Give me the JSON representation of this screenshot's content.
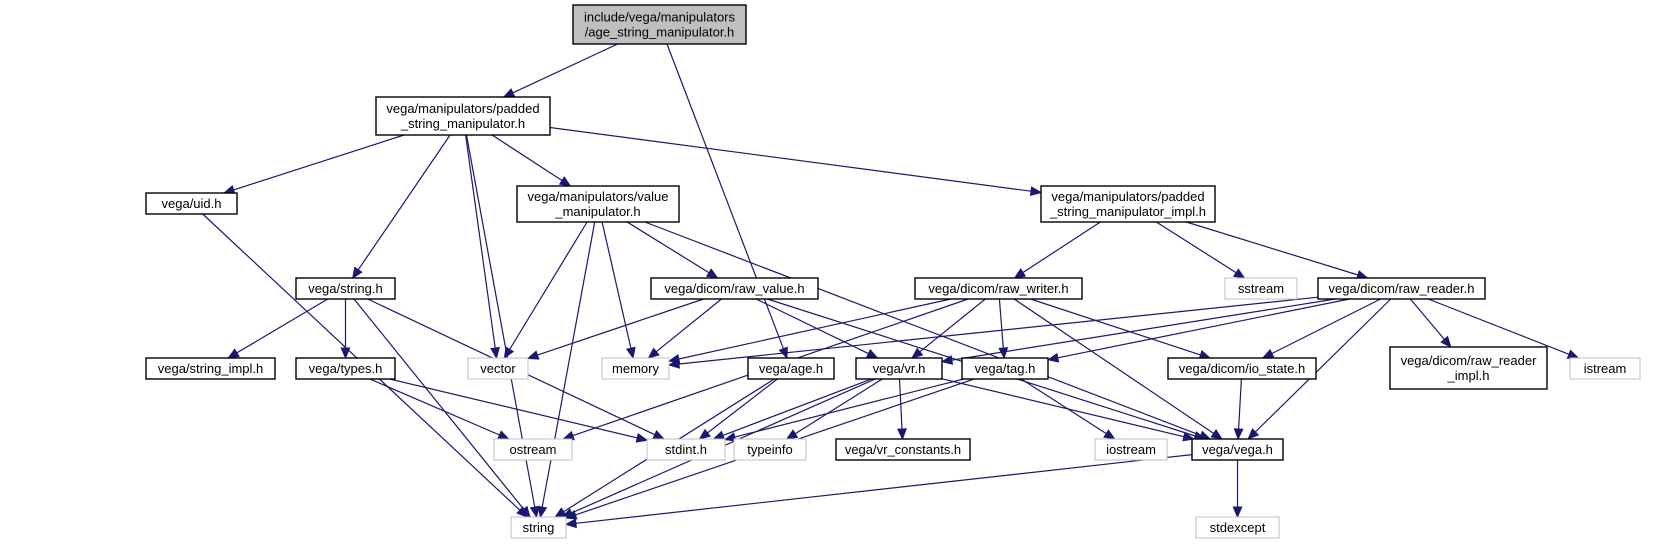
{
  "diagram": {
    "type": "include-dependency-graph",
    "colors": {
      "edge": "#191970",
      "root_fill": "#bfbfbf",
      "local_border": "#000000",
      "system_border": "#bfbfbf"
    },
    "nodes": [
      {
        "id": "root",
        "kind": "root",
        "lines": [
          "include/vega/manipulators",
          "/age_string_manipulator.h"
        ]
      },
      {
        "id": "padded",
        "kind": "local",
        "lines": [
          "vega/manipulators/padded",
          "_string_manipulator.h"
        ]
      },
      {
        "id": "uid",
        "kind": "local",
        "lines": [
          "vega/uid.h"
        ]
      },
      {
        "id": "value_manip",
        "kind": "local",
        "lines": [
          "vega/manipulators/value",
          "_manipulator.h"
        ]
      },
      {
        "id": "padded_impl",
        "kind": "local",
        "lines": [
          "vega/manipulators/padded",
          "_string_manipulator_impl.h"
        ]
      },
      {
        "id": "string_h",
        "kind": "local",
        "lines": [
          "vega/string.h"
        ]
      },
      {
        "id": "raw_value",
        "kind": "local",
        "lines": [
          "vega/dicom/raw_value.h"
        ]
      },
      {
        "id": "raw_writer",
        "kind": "local",
        "lines": [
          "vega/dicom/raw_writer.h"
        ]
      },
      {
        "id": "sstream",
        "kind": "system",
        "lines": [
          "sstream"
        ]
      },
      {
        "id": "raw_reader",
        "kind": "local",
        "lines": [
          "vega/dicom/raw_reader.h"
        ]
      },
      {
        "id": "string_impl",
        "kind": "local",
        "lines": [
          "vega/string_impl.h"
        ]
      },
      {
        "id": "types",
        "kind": "local",
        "lines": [
          "vega/types.h"
        ]
      },
      {
        "id": "vector",
        "kind": "system",
        "lines": [
          "vector"
        ]
      },
      {
        "id": "memory",
        "kind": "system",
        "lines": [
          "memory"
        ]
      },
      {
        "id": "age",
        "kind": "local",
        "lines": [
          "vega/age.h"
        ]
      },
      {
        "id": "vr",
        "kind": "local",
        "lines": [
          "vega/vr.h"
        ]
      },
      {
        "id": "tag",
        "kind": "local",
        "lines": [
          "vega/tag.h"
        ]
      },
      {
        "id": "io_state",
        "kind": "local",
        "lines": [
          "vega/dicom/io_state.h"
        ]
      },
      {
        "id": "raw_reader_impl",
        "kind": "local",
        "lines": [
          "vega/dicom/raw_reader",
          "_impl.h"
        ]
      },
      {
        "id": "istream",
        "kind": "system",
        "lines": [
          "istream"
        ]
      },
      {
        "id": "ostream",
        "kind": "system",
        "lines": [
          "ostream"
        ]
      },
      {
        "id": "stdint",
        "kind": "system",
        "lines": [
          "stdint.h"
        ]
      },
      {
        "id": "typeinfo",
        "kind": "system",
        "lines": [
          "typeinfo"
        ]
      },
      {
        "id": "vr_constants",
        "kind": "local",
        "lines": [
          "vega/vr_constants.h"
        ]
      },
      {
        "id": "iostream",
        "kind": "system",
        "lines": [
          "iostream"
        ]
      },
      {
        "id": "vega",
        "kind": "local",
        "lines": [
          "vega/vega.h"
        ]
      },
      {
        "id": "string",
        "kind": "system",
        "lines": [
          "string"
        ]
      },
      {
        "id": "stdexcept",
        "kind": "system",
        "lines": [
          "stdexcept"
        ]
      }
    ],
    "edges": [
      [
        "root",
        "padded"
      ],
      [
        "root",
        "age"
      ],
      [
        "padded",
        "string"
      ],
      [
        "padded",
        "uid"
      ],
      [
        "padded",
        "string_h"
      ],
      [
        "padded",
        "vector"
      ],
      [
        "padded",
        "value_manip"
      ],
      [
        "padded",
        "padded_impl"
      ],
      [
        "uid",
        "string"
      ],
      [
        "value_manip",
        "vector"
      ],
      [
        "value_manip",
        "string"
      ],
      [
        "value_manip",
        "memory"
      ],
      [
        "value_manip",
        "raw_value"
      ],
      [
        "value_manip",
        "vega"
      ],
      [
        "padded_impl",
        "raw_writer"
      ],
      [
        "padded_impl",
        "sstream"
      ],
      [
        "padded_impl",
        "raw_reader"
      ],
      [
        "string_h",
        "string"
      ],
      [
        "string_h",
        "string_impl"
      ],
      [
        "string_h",
        "types"
      ],
      [
        "string_h",
        "stdint"
      ],
      [
        "types",
        "ostream"
      ],
      [
        "types",
        "stdint"
      ],
      [
        "raw_value",
        "vector"
      ],
      [
        "raw_value",
        "memory"
      ],
      [
        "raw_value",
        "vr"
      ],
      [
        "raw_value",
        "vega"
      ],
      [
        "raw_writer",
        "memory"
      ],
      [
        "raw_writer",
        "ostream"
      ],
      [
        "raw_writer",
        "vr"
      ],
      [
        "raw_writer",
        "tag"
      ],
      [
        "raw_writer",
        "io_state"
      ],
      [
        "raw_writer",
        "vega"
      ],
      [
        "raw_reader",
        "memory"
      ],
      [
        "raw_reader",
        "vr"
      ],
      [
        "raw_reader",
        "tag"
      ],
      [
        "raw_reader",
        "io_state"
      ],
      [
        "raw_reader",
        "raw_reader_impl"
      ],
      [
        "raw_reader",
        "istream"
      ],
      [
        "raw_reader",
        "vega"
      ],
      [
        "age",
        "stdint"
      ],
      [
        "age",
        "string"
      ],
      [
        "vr",
        "stdint"
      ],
      [
        "vr",
        "typeinfo"
      ],
      [
        "vr",
        "vr_constants"
      ],
      [
        "vr",
        "string"
      ],
      [
        "vr",
        "vega"
      ],
      [
        "tag",
        "stdint"
      ],
      [
        "tag",
        "iostream"
      ],
      [
        "tag",
        "string"
      ],
      [
        "io_state",
        "vega"
      ],
      [
        "vega",
        "string"
      ],
      [
        "vega",
        "stdexcept"
      ]
    ]
  }
}
